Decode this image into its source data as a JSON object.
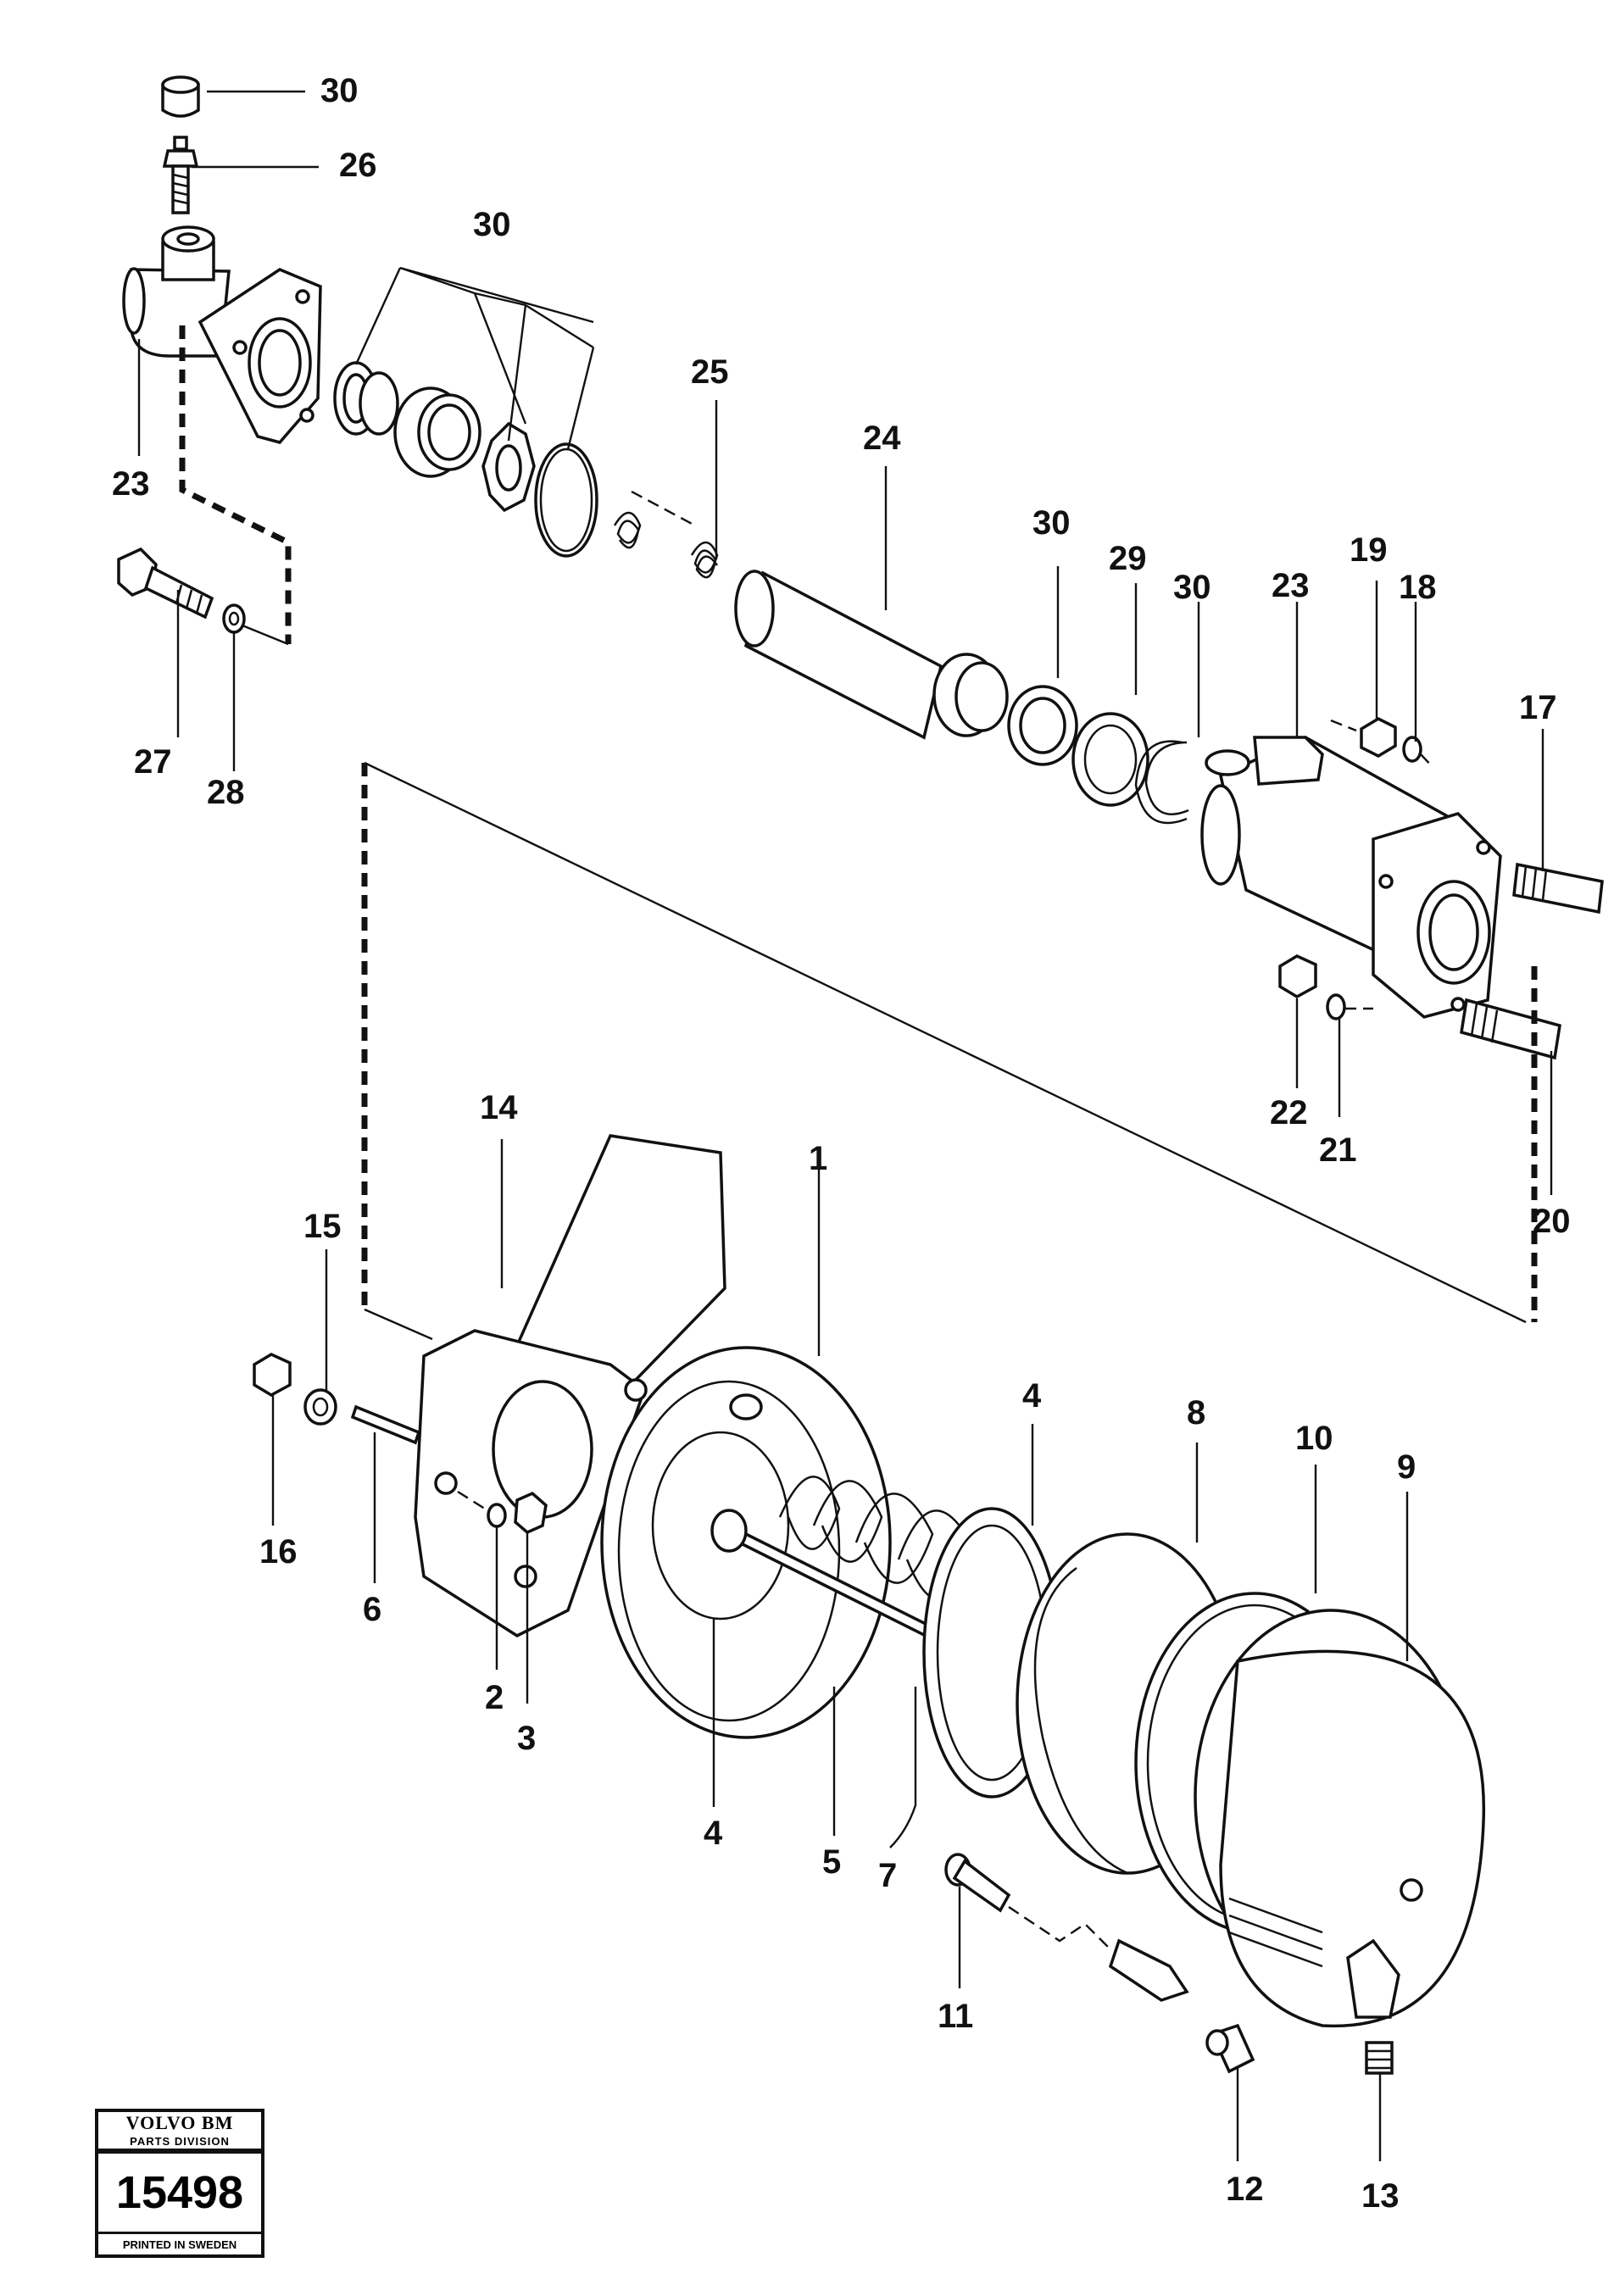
{
  "labels": {
    "l30a": "30",
    "l26": "26",
    "l30b": "30",
    "l25": "25",
    "l24": "24",
    "l23a": "23",
    "l27": "27",
    "l28": "28",
    "l30c": "30",
    "l29": "29",
    "l30d": "30",
    "l23b": "23",
    "l19": "19",
    "l18": "18",
    "l17": "17",
    "l22": "22",
    "l21": "21",
    "l20": "20",
    "l14": "14",
    "l1": "1",
    "l15": "15",
    "l16": "16",
    "l6": "6",
    "l2": "2",
    "l3": "3",
    "l4a": "4",
    "l4b": "4",
    "l5": "5",
    "l7": "7",
    "l8": "8",
    "l10": "10",
    "l9": "9",
    "l11": "11",
    "l12": "12",
    "l13": "13"
  },
  "stamp": {
    "brand": "VOLVO BM",
    "division": "PARTS DIVISION",
    "number": "15498",
    "printed": "PRINTED IN SWEDEN"
  }
}
